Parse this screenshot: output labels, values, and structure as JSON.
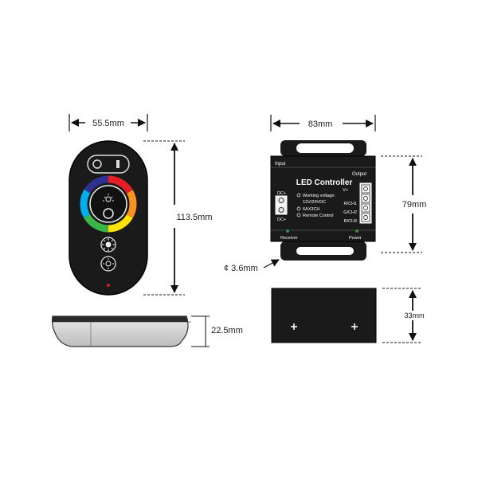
{
  "dimensions": {
    "remote_width": "55.5mm",
    "remote_height": "113.5mm",
    "remote_thickness": "22.5mm",
    "controller_width": "83mm",
    "controller_height": "79mm",
    "controller_depth": "33mm",
    "mount_hole": "¢ 3.6mm"
  },
  "controller": {
    "title": "LED Controller",
    "input_label": "Input",
    "output_label": "Output",
    "dc_plus_top": "DC+",
    "dc_plus_bottom": "DC+",
    "spec_lines": [
      "Working voltage:",
      "12V/24VDC",
      "6AX3CH",
      "Remote Control"
    ],
    "channels": [
      "V+",
      "R/CH1",
      "G/CH2",
      "B/CH3"
    ],
    "receiver_label": "Receiver",
    "power_label": "Power"
  },
  "colors": {
    "device_body": "#1a1a1a",
    "line": "#111111",
    "indicator_green": "#3c8c3c",
    "indicator_red": "#d42020"
  }
}
